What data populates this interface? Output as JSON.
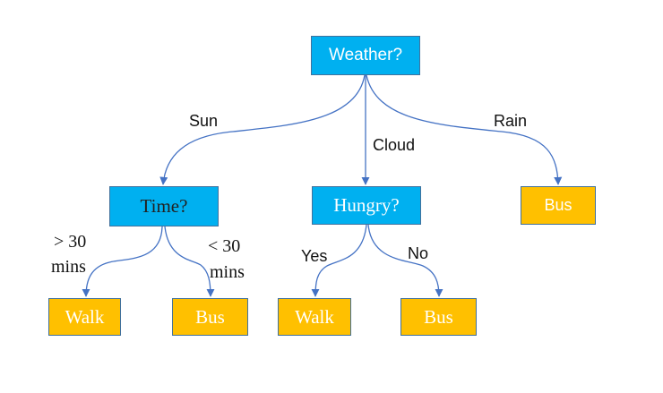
{
  "nodes": {
    "weather": "Weather?",
    "time": "Time?",
    "hungry": "Hungry?",
    "bus_rain": "Bus",
    "walk_time": "Walk",
    "bus_time": "Bus",
    "walk_hungry": "Walk",
    "bus_hungry": "Bus"
  },
  "edges": {
    "sun": "Sun",
    "cloud": "Cloud",
    "rain": "Rain",
    "gt30_line1": "> 30",
    "gt30_line2": "mins",
    "lt30_line1": "< 30",
    "lt30_line2": "mins",
    "yes": "Yes",
    "no": "No"
  },
  "colors": {
    "decision_fill": "#00b0f0",
    "leaf_fill": "#ffc000",
    "node_border": "#41719c",
    "edge": "#4472c4"
  }
}
